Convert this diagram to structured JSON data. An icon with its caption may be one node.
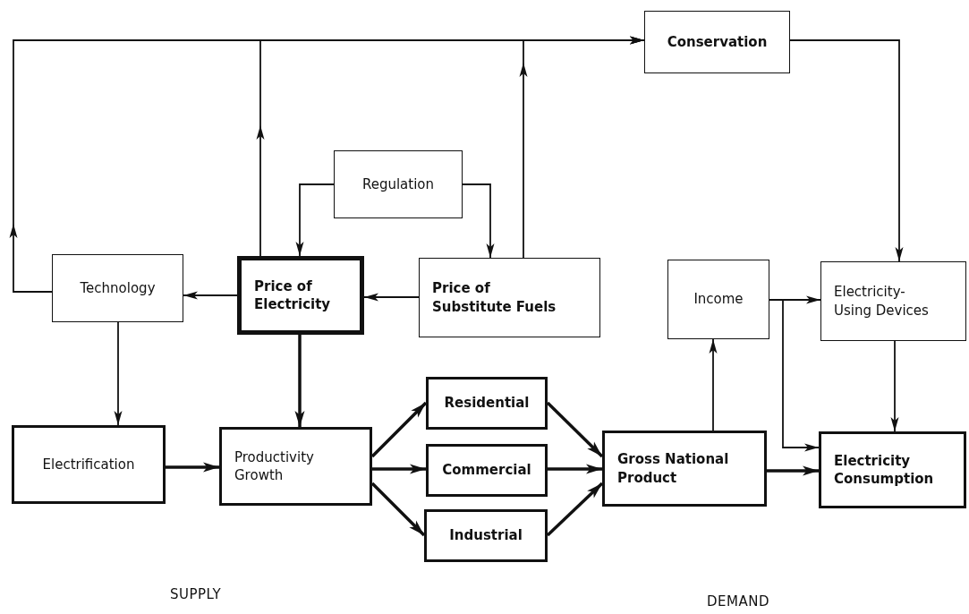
{
  "diagram": {
    "nodes": [
      {
        "text": [
          "Conservation"
        ]
      },
      {
        "text": [
          "Regulation"
        ]
      },
      {
        "text": [
          "Technology"
        ]
      },
      {
        "text": [
          "Price of Electricity"
        ]
      },
      {
        "text": [
          "Price of Substitute Fuels"
        ]
      },
      {
        "text": [
          "Income"
        ]
      },
      {
        "text": [
          "Electricity-Using Devices"
        ]
      },
      {
        "text": [
          "Electrification"
        ]
      },
      {
        "text": [
          "Productivity Growth"
        ]
      },
      {
        "text": [
          "Residential"
        ]
      },
      {
        "text": [
          "Commercial"
        ]
      },
      {
        "text": [
          "Industrial"
        ]
      },
      {
        "text": [
          "Gross National Product"
        ]
      },
      {
        "text": [
          "Electricity Consumption"
        ]
      }
    ],
    "edges": [
      {
        "from": 2,
        "to": 0,
        "arrow": "to"
      },
      {
        "from": 3,
        "to": 0,
        "arrow": "to"
      },
      {
        "from": 4,
        "to": 0,
        "arrow": "to"
      },
      {
        "from": 0,
        "to": 6,
        "arrow": "to"
      },
      {
        "from": 1,
        "to": 3,
        "arrow": "to"
      },
      {
        "from": 1,
        "to": 4,
        "arrow": "to"
      },
      {
        "from": 4,
        "to": 3,
        "arrow": "to"
      },
      {
        "from": 3,
        "to": 2,
        "arrow": "to"
      },
      {
        "from": 2,
        "to": 7,
        "arrow": "to"
      },
      {
        "from": 3,
        "to": 8,
        "arrow": "to",
        "style": "thick"
      },
      {
        "from": 7,
        "to": 8,
        "arrow": "to",
        "style": "thick"
      },
      {
        "from": 8,
        "to": 9,
        "arrow": "to",
        "style": "thick"
      },
      {
        "from": 8,
        "to": 10,
        "arrow": "to",
        "style": "thick"
      },
      {
        "from": 8,
        "to": 11,
        "arrow": "to",
        "style": "thick"
      },
      {
        "from": 9,
        "to": 12,
        "arrow": "to",
        "style": "thick"
      },
      {
        "from": 10,
        "to": 12,
        "arrow": "to",
        "style": "thick"
      },
      {
        "from": 11,
        "to": 12,
        "arrow": "to",
        "style": "thick"
      },
      {
        "from": 12,
        "to": 5,
        "arrow": "to"
      },
      {
        "from": 12,
        "to": 13,
        "arrow": "to",
        "style": "thick"
      },
      {
        "from": 5,
        "to": 6,
        "arrow": "to"
      },
      {
        "from": 5,
        "to": 13,
        "arrow": "to"
      },
      {
        "from": 6,
        "to": 13,
        "arrow": "to"
      }
    ],
    "labels": [
      "SUPPLY",
      "DEMAND"
    ]
  }
}
